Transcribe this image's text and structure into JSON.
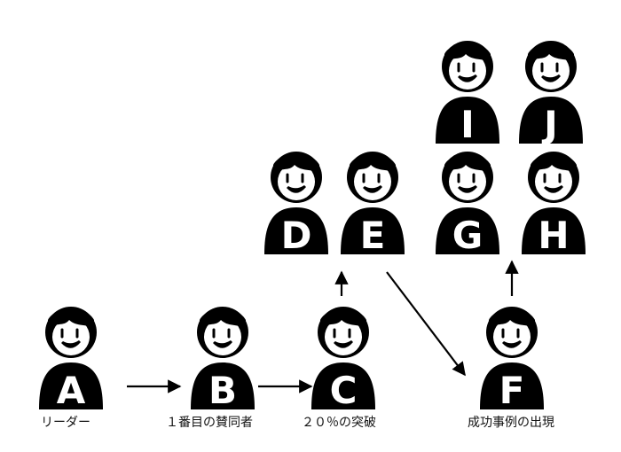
{
  "people": [
    {
      "id": "A",
      "letter": "A"
    },
    {
      "id": "B",
      "letter": "B"
    },
    {
      "id": "C",
      "letter": "C"
    },
    {
      "id": "D",
      "letter": "D"
    },
    {
      "id": "E",
      "letter": "E"
    },
    {
      "id": "F",
      "letter": "F"
    },
    {
      "id": "G",
      "letter": "G"
    },
    {
      "id": "H",
      "letter": "H"
    },
    {
      "id": "I",
      "letter": "I"
    },
    {
      "id": "J",
      "letter": "J"
    }
  ],
  "captions": {
    "leader": "リーダー",
    "first_follower": "１番目の賛同者",
    "breakthrough": "２０％の突破",
    "success_case": "成功事例の出現"
  },
  "arrows": [
    {
      "from": "A",
      "to": "B"
    },
    {
      "from": "B",
      "to": "C"
    },
    {
      "from": "C",
      "to": "E"
    },
    {
      "from": "E",
      "to": "F"
    },
    {
      "from": "F",
      "to": "H"
    }
  ],
  "colors": {
    "figure": "#000000",
    "face": "#ffffff",
    "background": "#ffffff"
  }
}
